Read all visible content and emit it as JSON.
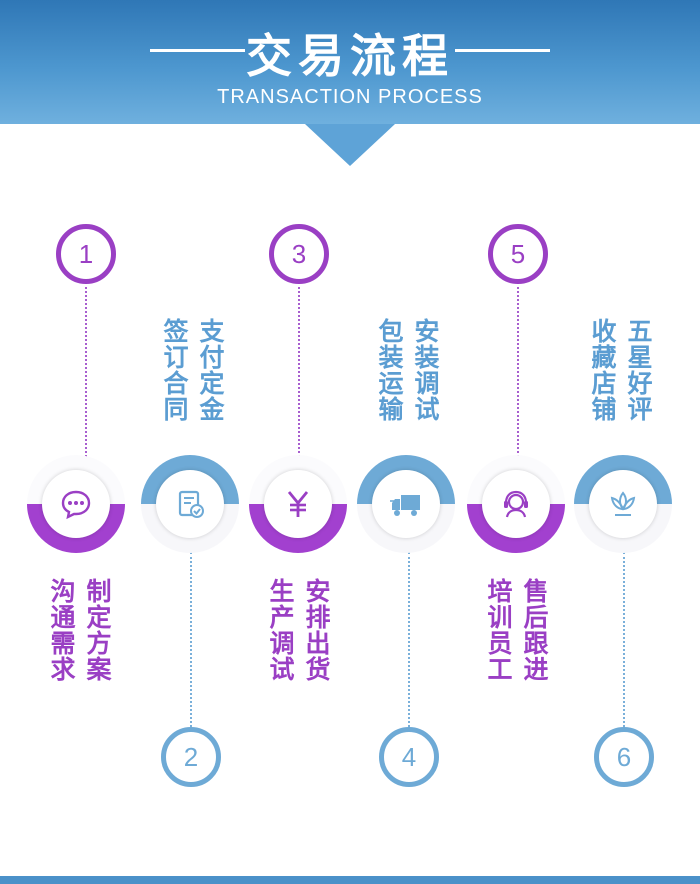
{
  "header": {
    "title": "交易流程",
    "subtitle": "TRANSACTION PROCESS"
  },
  "steps": [
    {
      "number": "1",
      "icon": "chat-bubble-icon",
      "lines": [
        "制定方案",
        "沟通需求"
      ]
    },
    {
      "number": "2",
      "icon": "contract-check-icon",
      "lines": [
        "支付定金",
        "签订合同"
      ]
    },
    {
      "number": "3",
      "icon": "yen-icon",
      "lines": [
        "安排出货",
        "生产调试"
      ]
    },
    {
      "number": "4",
      "icon": "delivery-truck-icon",
      "lines": [
        "安装调试",
        "包装运输"
      ]
    },
    {
      "number": "5",
      "icon": "headset-support-icon",
      "lines": [
        "售后跟进",
        "培训员工"
      ]
    },
    {
      "number": "6",
      "icon": "lotus-flower-icon",
      "lines": [
        "五星好评",
        "收藏店铺"
      ]
    }
  ],
  "colors": {
    "purple": "#9a3fc4",
    "blue": "#6eaad6",
    "header": "#3a82c0"
  }
}
